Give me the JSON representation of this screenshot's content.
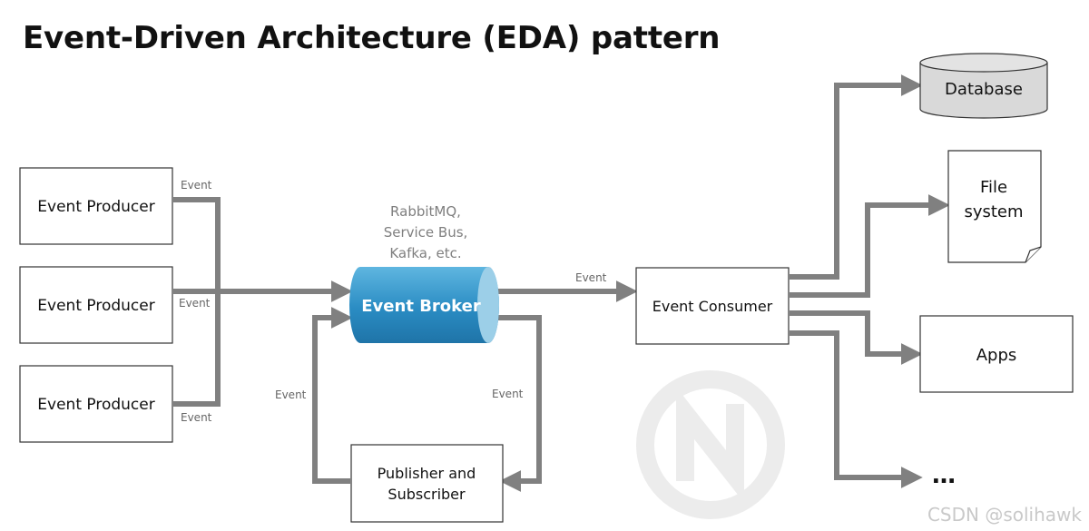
{
  "title": "Event-Driven Architecture (EDA) pattern",
  "producers": [
    "Event Producer",
    "Event Producer",
    "Event Producer"
  ],
  "broker": {
    "label": "Event Broker",
    "examples": [
      "RabbitMQ,",
      "Service Bus,",
      "Kafka, etc."
    ]
  },
  "consumer": "Event Consumer",
  "pubsub": [
    "Publisher and",
    "Subscriber"
  ],
  "edges": {
    "producer_top": "Event",
    "producer_mid": "Event",
    "producer_bot": "Event",
    "broker_to_consumer": "Event",
    "pubsub_to_broker": "Event",
    "broker_to_pubsub": "Event"
  },
  "targets": {
    "database": "Database",
    "file_system": [
      "File",
      "system"
    ],
    "apps": "Apps",
    "more": "…"
  },
  "footer": "CSDN @solihawk",
  "colors": {
    "arrow": "#808080",
    "broker_dark": "#1f7fb5",
    "broker_light": "#5fb6e0",
    "broker_cap": "#9ccfe8",
    "db_fill": "#d9d9d9",
    "watermark": "#e9e9e9"
  }
}
